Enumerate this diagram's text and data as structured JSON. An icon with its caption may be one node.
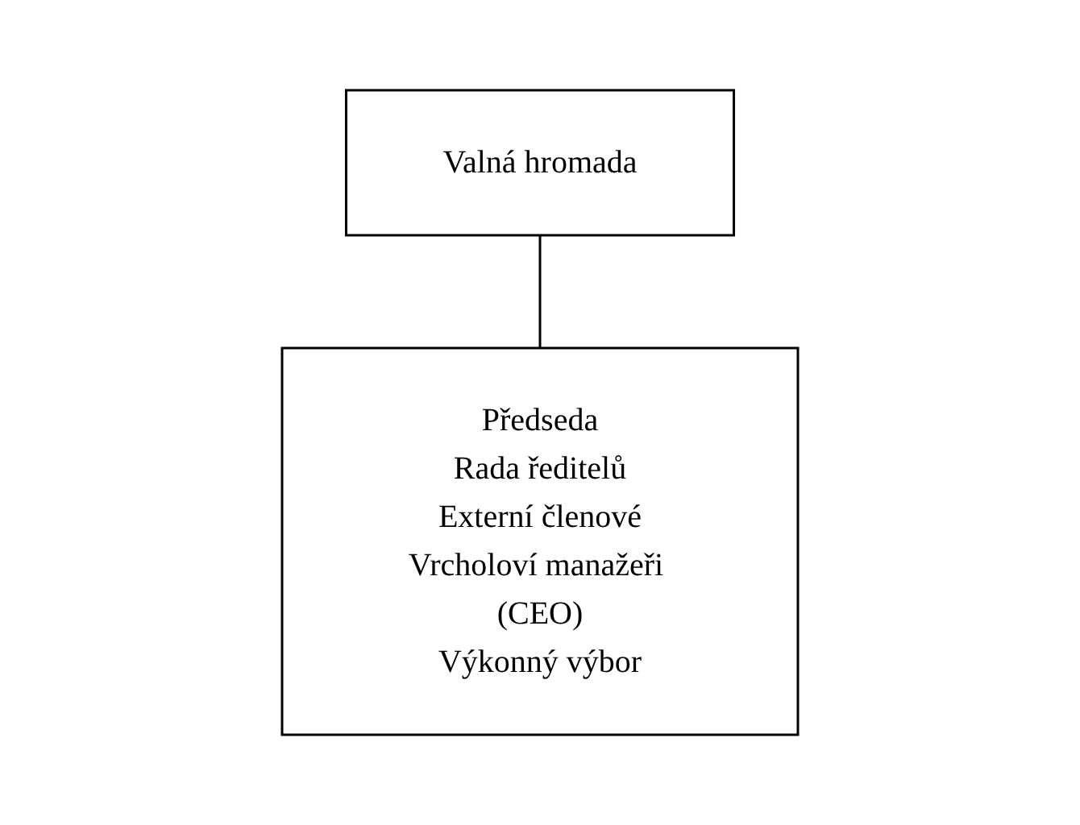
{
  "diagram": {
    "nodes": [
      {
        "text": [
          "Valná hromada"
        ]
      },
      {
        "text": [
          "Předseda",
          "Rada ředitelů",
          "Externí členové",
          "Vrcholoví manažeři (CEO)",
          "Výkonný výbor"
        ]
      }
    ],
    "edges": [
      {
        "from": 0,
        "to": 1,
        "arrow": "none"
      }
    ]
  }
}
